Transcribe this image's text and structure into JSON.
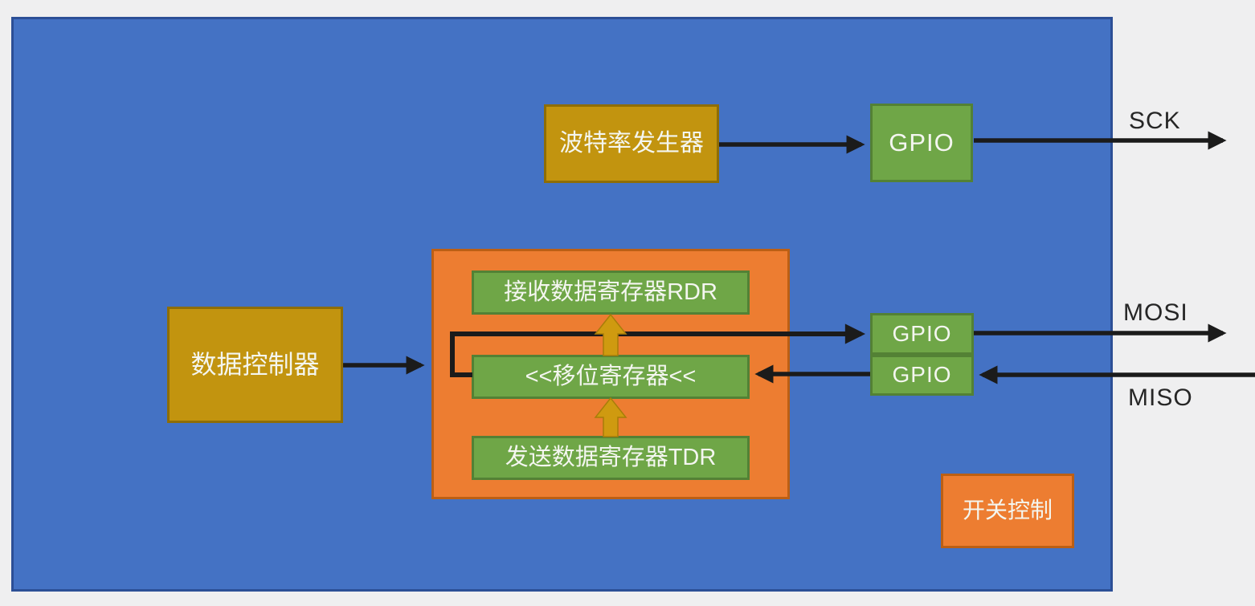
{
  "diagram": {
    "title": "SPI peripheral block diagram",
    "colors": {
      "page_background": "#efeff0",
      "chip_panel_fill": "#4472c4",
      "chip_panel_border": "#2c4f96",
      "gold_block": "#c2940f",
      "green_block": "#6fa647",
      "orange_block": "#ed7d31",
      "wire_black": "#1b1b1b",
      "gold_arrow": "#cf9a10"
    },
    "nodes": {
      "baud_generator": {
        "label": "波特率发生器"
      },
      "gpio_sck": {
        "label": "GPIO"
      },
      "data_controller": {
        "label": "数据控制器"
      },
      "rdr": {
        "label": "接收数据寄存器RDR"
      },
      "shift_register": {
        "label": "<<移位寄存器<<"
      },
      "tdr": {
        "label": "发送数据寄存器TDR"
      },
      "gpio_mosi": {
        "label": "GPIO"
      },
      "gpio_miso": {
        "label": "GPIO"
      },
      "switch_control": {
        "label": "开关控制"
      }
    },
    "signals": {
      "sck": "SCK",
      "mosi": "MOSI",
      "miso": "MISO"
    }
  }
}
